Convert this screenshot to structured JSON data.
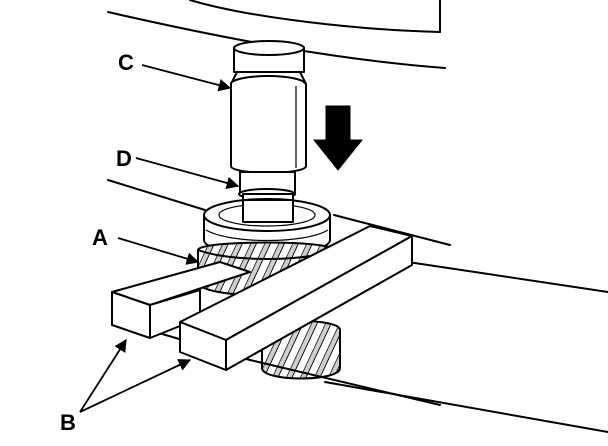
{
  "callouts": {
    "a": "A",
    "b": "B",
    "c": "C",
    "d": "D"
  },
  "arrow_direction": "down",
  "colors": {
    "ink": "#000000",
    "paper": "#ffffff"
  }
}
